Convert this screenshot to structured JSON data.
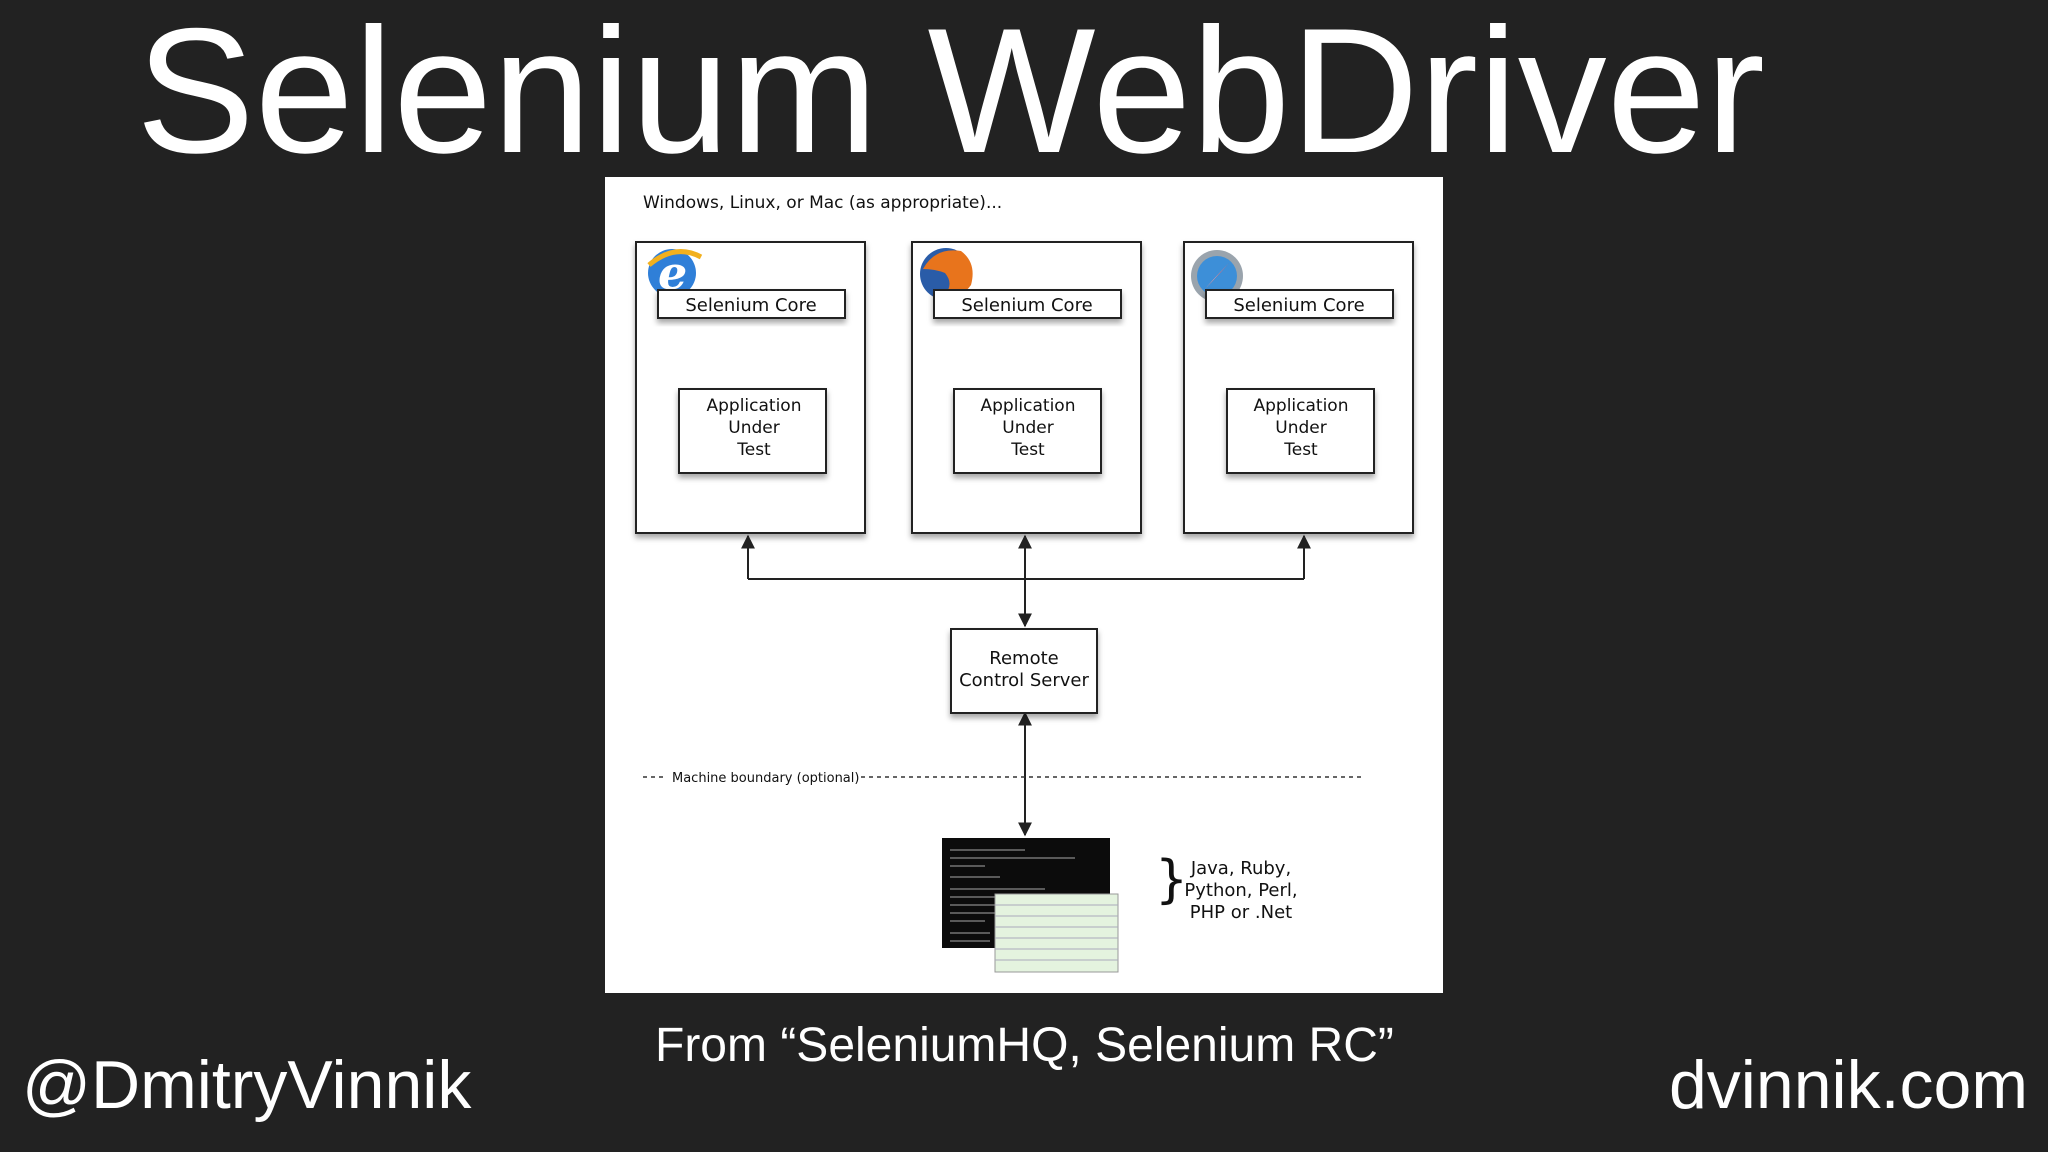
{
  "slide": {
    "title": "Selenium WebDriver",
    "caption": "From “SeleniumHQ, Selenium RC”",
    "handle": "@DmitryVinnik",
    "site": "dvinnik.com"
  },
  "diagram": {
    "os_label": "Windows, Linux, or Mac (as appropriate)...",
    "browsers": [
      {
        "icon": "internet-explorer-icon",
        "core_label": "Selenium Core",
        "app_lines": [
          "Application",
          "Under",
          "Test"
        ]
      },
      {
        "icon": "firefox-icon",
        "core_label": "Selenium Core",
        "app_lines": [
          "Application",
          "Under",
          "Test"
        ]
      },
      {
        "icon": "safari-icon",
        "core_label": "Selenium Core",
        "app_lines": [
          "Application",
          "Under",
          "Test"
        ]
      }
    ],
    "server_lines": [
      "Remote",
      "Control Server"
    ],
    "boundary_label": "Machine boundary (optional)",
    "languages_lines": [
      "Java, Ruby,",
      "Python, Perl,",
      "PHP or .Net"
    ]
  }
}
